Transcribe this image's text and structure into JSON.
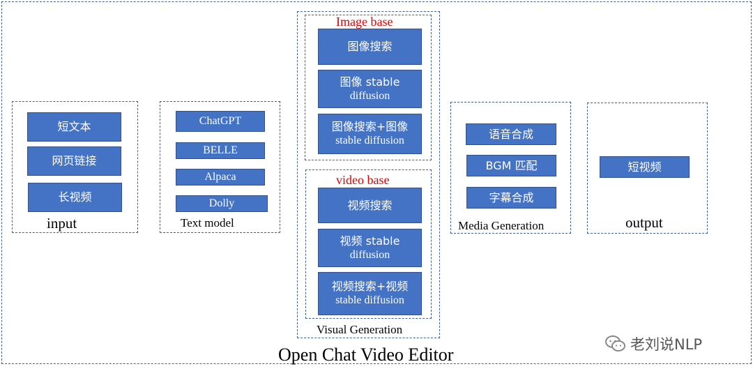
{
  "title": "Open Chat Video Editor",
  "input": {
    "label": "input",
    "items": [
      "短文本",
      "网页链接",
      "长视频"
    ]
  },
  "text_model": {
    "label": "Text model",
    "items": [
      "ChatGPT",
      "BELLE",
      "Alpaca",
      "Dolly"
    ]
  },
  "visual_generation": {
    "label": "Visual Generation",
    "image_base": {
      "label": "Image base",
      "items": [
        {
          "line1": "图像搜索",
          "line2": ""
        },
        {
          "line1": "图像 stable",
          "line2": "diffusion"
        },
        {
          "line1": "图像搜索+图像",
          "line2": "stable diffusion"
        }
      ]
    },
    "video_base": {
      "label": "video base",
      "items": [
        {
          "line1": "视频搜索",
          "line2": ""
        },
        {
          "line1": "视频 stable",
          "line2": "diffusion"
        },
        {
          "line1": "视频搜索+视频",
          "line2": "stable diffusion"
        }
      ]
    }
  },
  "media_generation": {
    "label": "Media Generation",
    "items": [
      "语音合成",
      "BGM 匹配",
      "字幕合成"
    ]
  },
  "output": {
    "label": "output",
    "items": [
      "短视频"
    ]
  },
  "watermark": "老刘说NLP",
  "colors": {
    "box_fill": "#4472c4",
    "box_border": "#2f528f",
    "dashed_border": "#3f5f95",
    "sub_label": "#e00000"
  }
}
